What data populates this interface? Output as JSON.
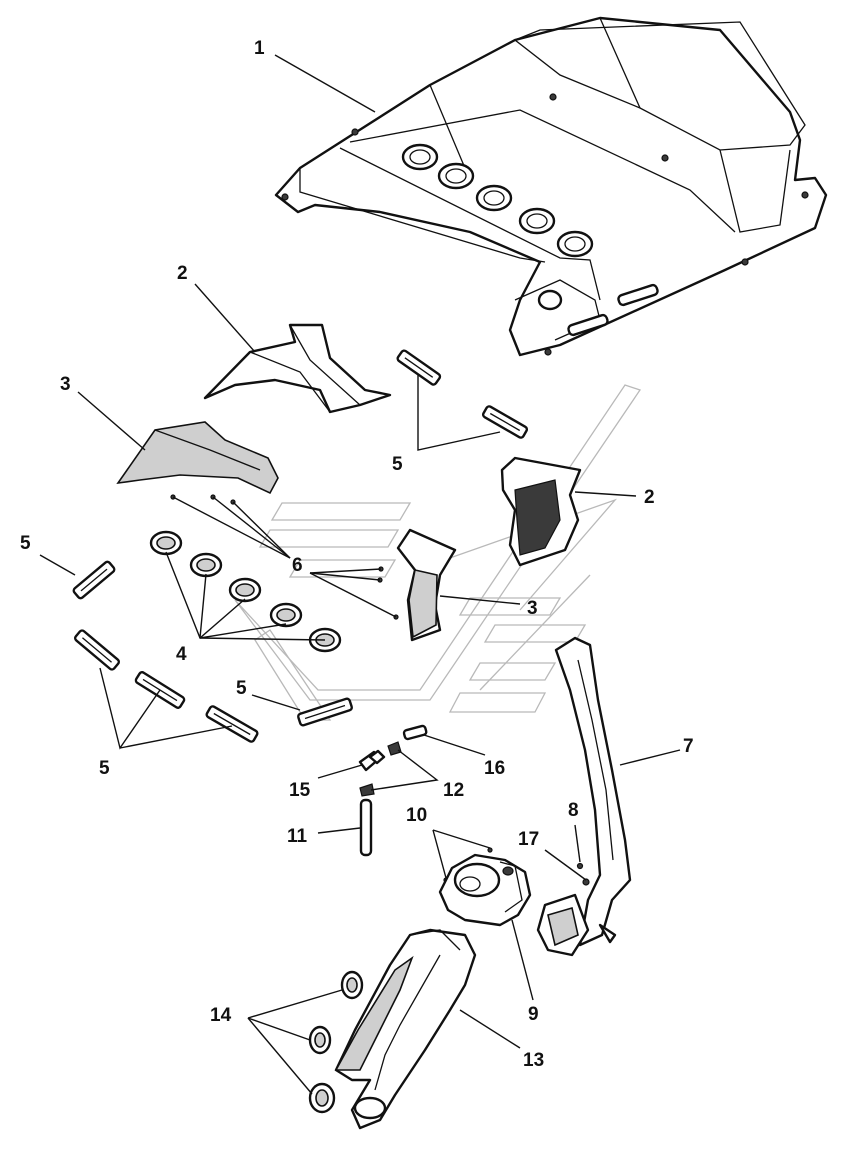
{
  "diagram": {
    "callouts": [
      {
        "id": "c1",
        "text": "1"
      },
      {
        "id": "c2a",
        "text": "2"
      },
      {
        "id": "c2b",
        "text": "2"
      },
      {
        "id": "c3a",
        "text": "3"
      },
      {
        "id": "c3b",
        "text": "3"
      },
      {
        "id": "c4",
        "text": "4"
      },
      {
        "id": "c5a",
        "text": "5"
      },
      {
        "id": "c5b",
        "text": "5"
      },
      {
        "id": "c5c",
        "text": "5"
      },
      {
        "id": "c5d",
        "text": "5"
      },
      {
        "id": "c6",
        "text": "6"
      },
      {
        "id": "c7",
        "text": "7"
      },
      {
        "id": "c8",
        "text": "8"
      },
      {
        "id": "c9",
        "text": "9"
      },
      {
        "id": "c10",
        "text": "10"
      },
      {
        "id": "c11",
        "text": "11"
      },
      {
        "id": "c12",
        "text": "12"
      },
      {
        "id": "c13",
        "text": "13"
      },
      {
        "id": "c14",
        "text": "14"
      },
      {
        "id": "c15",
        "text": "15"
      },
      {
        "id": "c16",
        "text": "16"
      },
      {
        "id": "c17",
        "text": "17"
      }
    ]
  }
}
